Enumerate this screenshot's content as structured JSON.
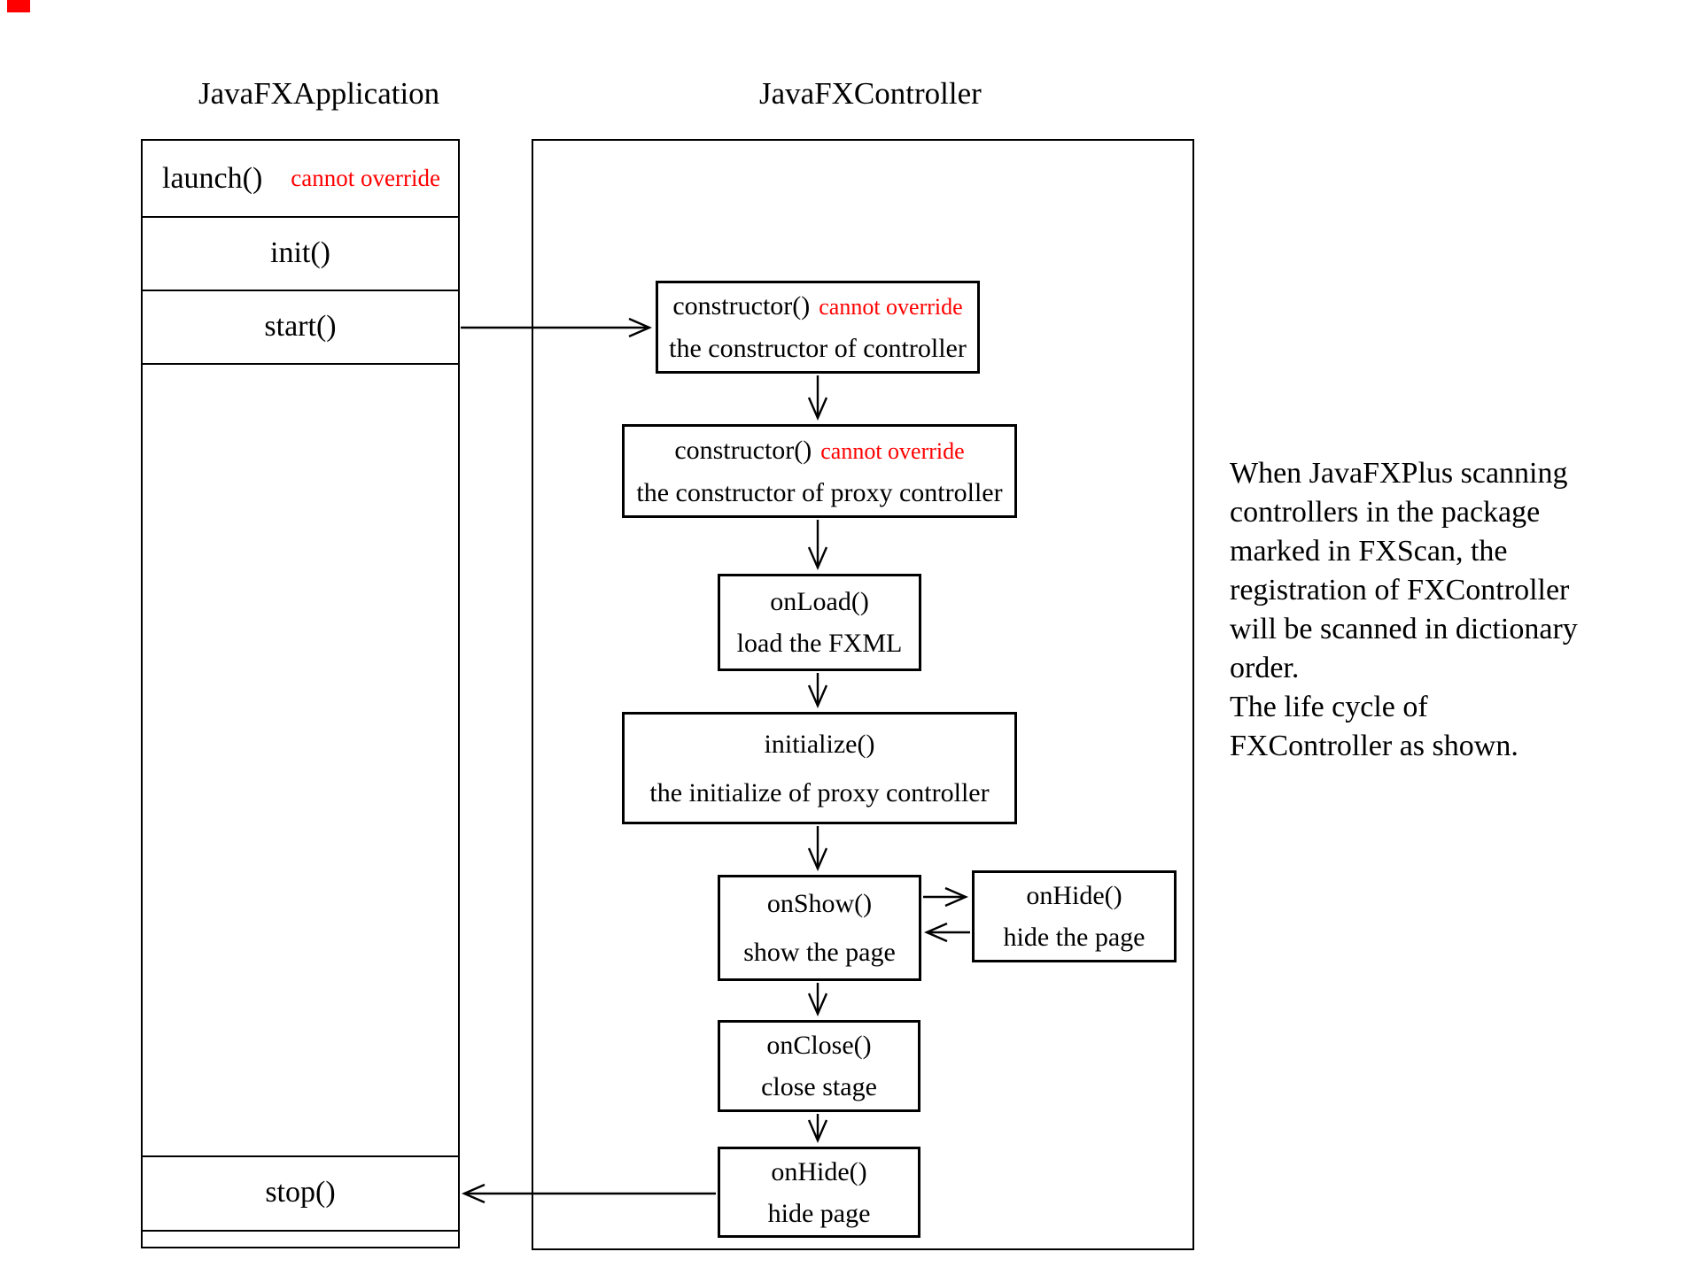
{
  "colors": {
    "annotation": "#ff0000",
    "ink": "#000000"
  },
  "app": {
    "title": "JavaFXApplication",
    "launch_label": "launch()",
    "launch_note": "cannot override",
    "init_label": "init()",
    "start_label": "start()",
    "stop_label": "stop()"
  },
  "controller": {
    "title": "JavaFXController",
    "boxes": {
      "constructor_controller": {
        "name": "constructor()",
        "note": "cannot override",
        "desc": "the constructor of controller"
      },
      "constructor_proxy": {
        "name": "constructor()",
        "note": "cannot override",
        "desc": "the constructor of proxy controller"
      },
      "onload": {
        "name": "onLoad()",
        "desc": "load the FXML"
      },
      "initialize": {
        "name": "initialize()",
        "desc": "the initialize of proxy controller"
      },
      "onshow": {
        "name": "onShow()",
        "desc": "show the page"
      },
      "onhide_right": {
        "name": "onHide()",
        "desc": "hide the page"
      },
      "onclose": {
        "name": "onClose()",
        "desc": "close stage"
      },
      "onhide_bottom": {
        "name": "onHide()",
        "desc": "hide page"
      }
    }
  },
  "side_note": "When JavaFXPlus scanning\ncontrollers in the package\nmarked in FXScan, the\nregistration of FXController\nwill be scanned in dictionary\norder.\nThe life cycle of\nFXController as shown."
}
